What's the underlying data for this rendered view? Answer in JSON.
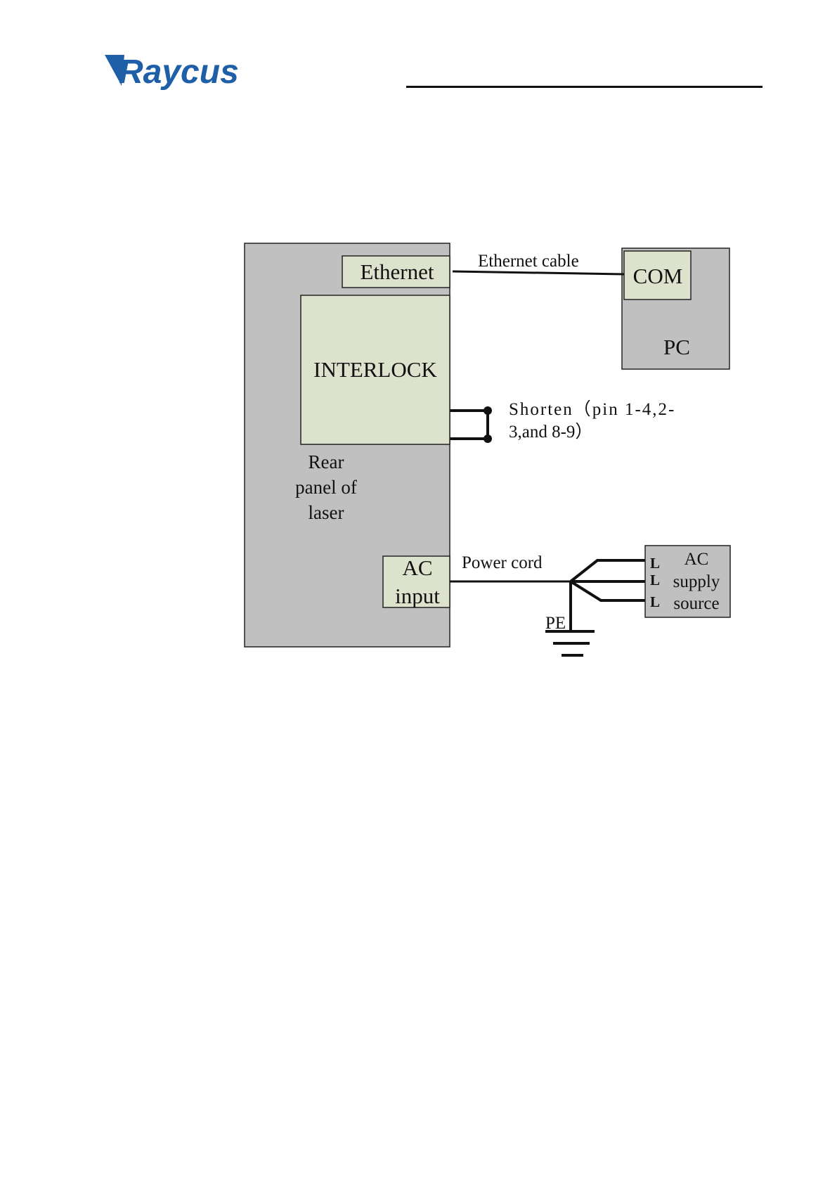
{
  "header": {
    "logo_text": "Raycus"
  },
  "colors": {
    "logo_blue": "#1f5fa8",
    "panel_gray": "#c0c0c0",
    "box_green": "#dde2cc",
    "line": "#111111"
  },
  "diagram": {
    "laser_panel": {
      "label_line1": "Rear",
      "label_line2": "panel of",
      "label_line3": "laser"
    },
    "ethernet_port": {
      "label": "Ethernet"
    },
    "interlock": {
      "label": "INTERLOCK"
    },
    "ac_input": {
      "label_line1": "AC",
      "label_line2": "input"
    },
    "pc": {
      "com_label": "COM",
      "pc_label": "PC"
    },
    "ethernet_cable": {
      "label": "Ethernet cable"
    },
    "shorten": {
      "label_line1": "Shorten（pin 1-4,2-",
      "label_line2": "3,and 8-9）"
    },
    "power_cord": {
      "label": "Power cord"
    },
    "ground": {
      "label": "PE"
    },
    "ac_supply": {
      "terminal_1": "L",
      "terminal_2": "L",
      "terminal_3": "L",
      "label_line1": "AC",
      "label_line2": "supply",
      "label_line3": "source"
    }
  }
}
